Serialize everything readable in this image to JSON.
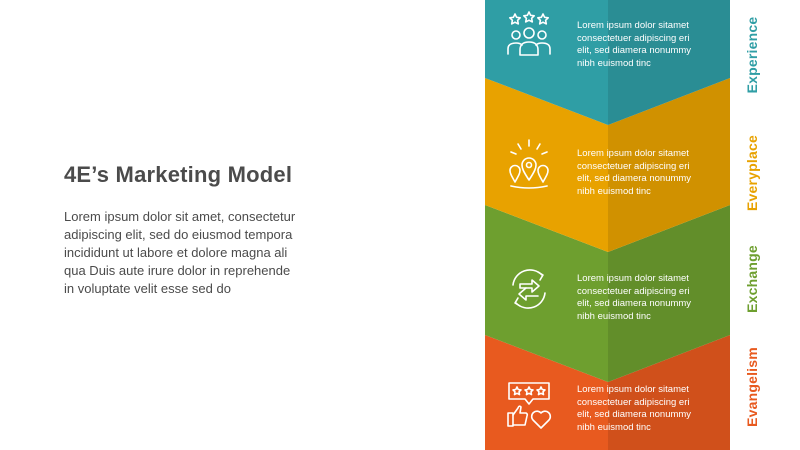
{
  "title": "4E’s Marketing Model",
  "description": "Lorem ipsum dolor sit amet, consectetur\nadipiscing elit, sed do eiusmod tempora\nincididunt ut labore et dolore magna ali\nqua Duis aute irure dolor in reprehende\nin voluptate velit esse sed do",
  "colors": {
    "experience": "#2f9ea5",
    "everyplace": "#e8a200",
    "exchange": "#6e9f2f",
    "evangelism": "#e85a1f",
    "title_text": "#4b4b4b"
  },
  "items": [
    {
      "label": "Experience",
      "text": "Lorem ipsum dolor sitamet\nconsectetuer adipiscing eri\nelit, sed diamera nonummy\nnibh euismod tinc",
      "icon": "users-stars-icon"
    },
    {
      "label": "Everyplace",
      "text": "Lorem ipsum dolor sitamet\nconsectetuer adipiscing eri\nelit, sed diamera nonummy\nnibh euismod tinc",
      "icon": "location-pins-icon"
    },
    {
      "label": "Exchange",
      "text": "Lorem ipsum dolor sitamet\nconsectetuer adipiscing eri\nelit, sed diamera nonummy\nnibh euismod tinc",
      "icon": "exchange-arrows-icon"
    },
    {
      "label": "Evangelism",
      "text": "Lorem ipsum dolor sitamet\nconsectetuer adipiscing eri\nelit, sed diamera nonummy\nnibh euismod tinc",
      "icon": "review-like-icon"
    }
  ]
}
